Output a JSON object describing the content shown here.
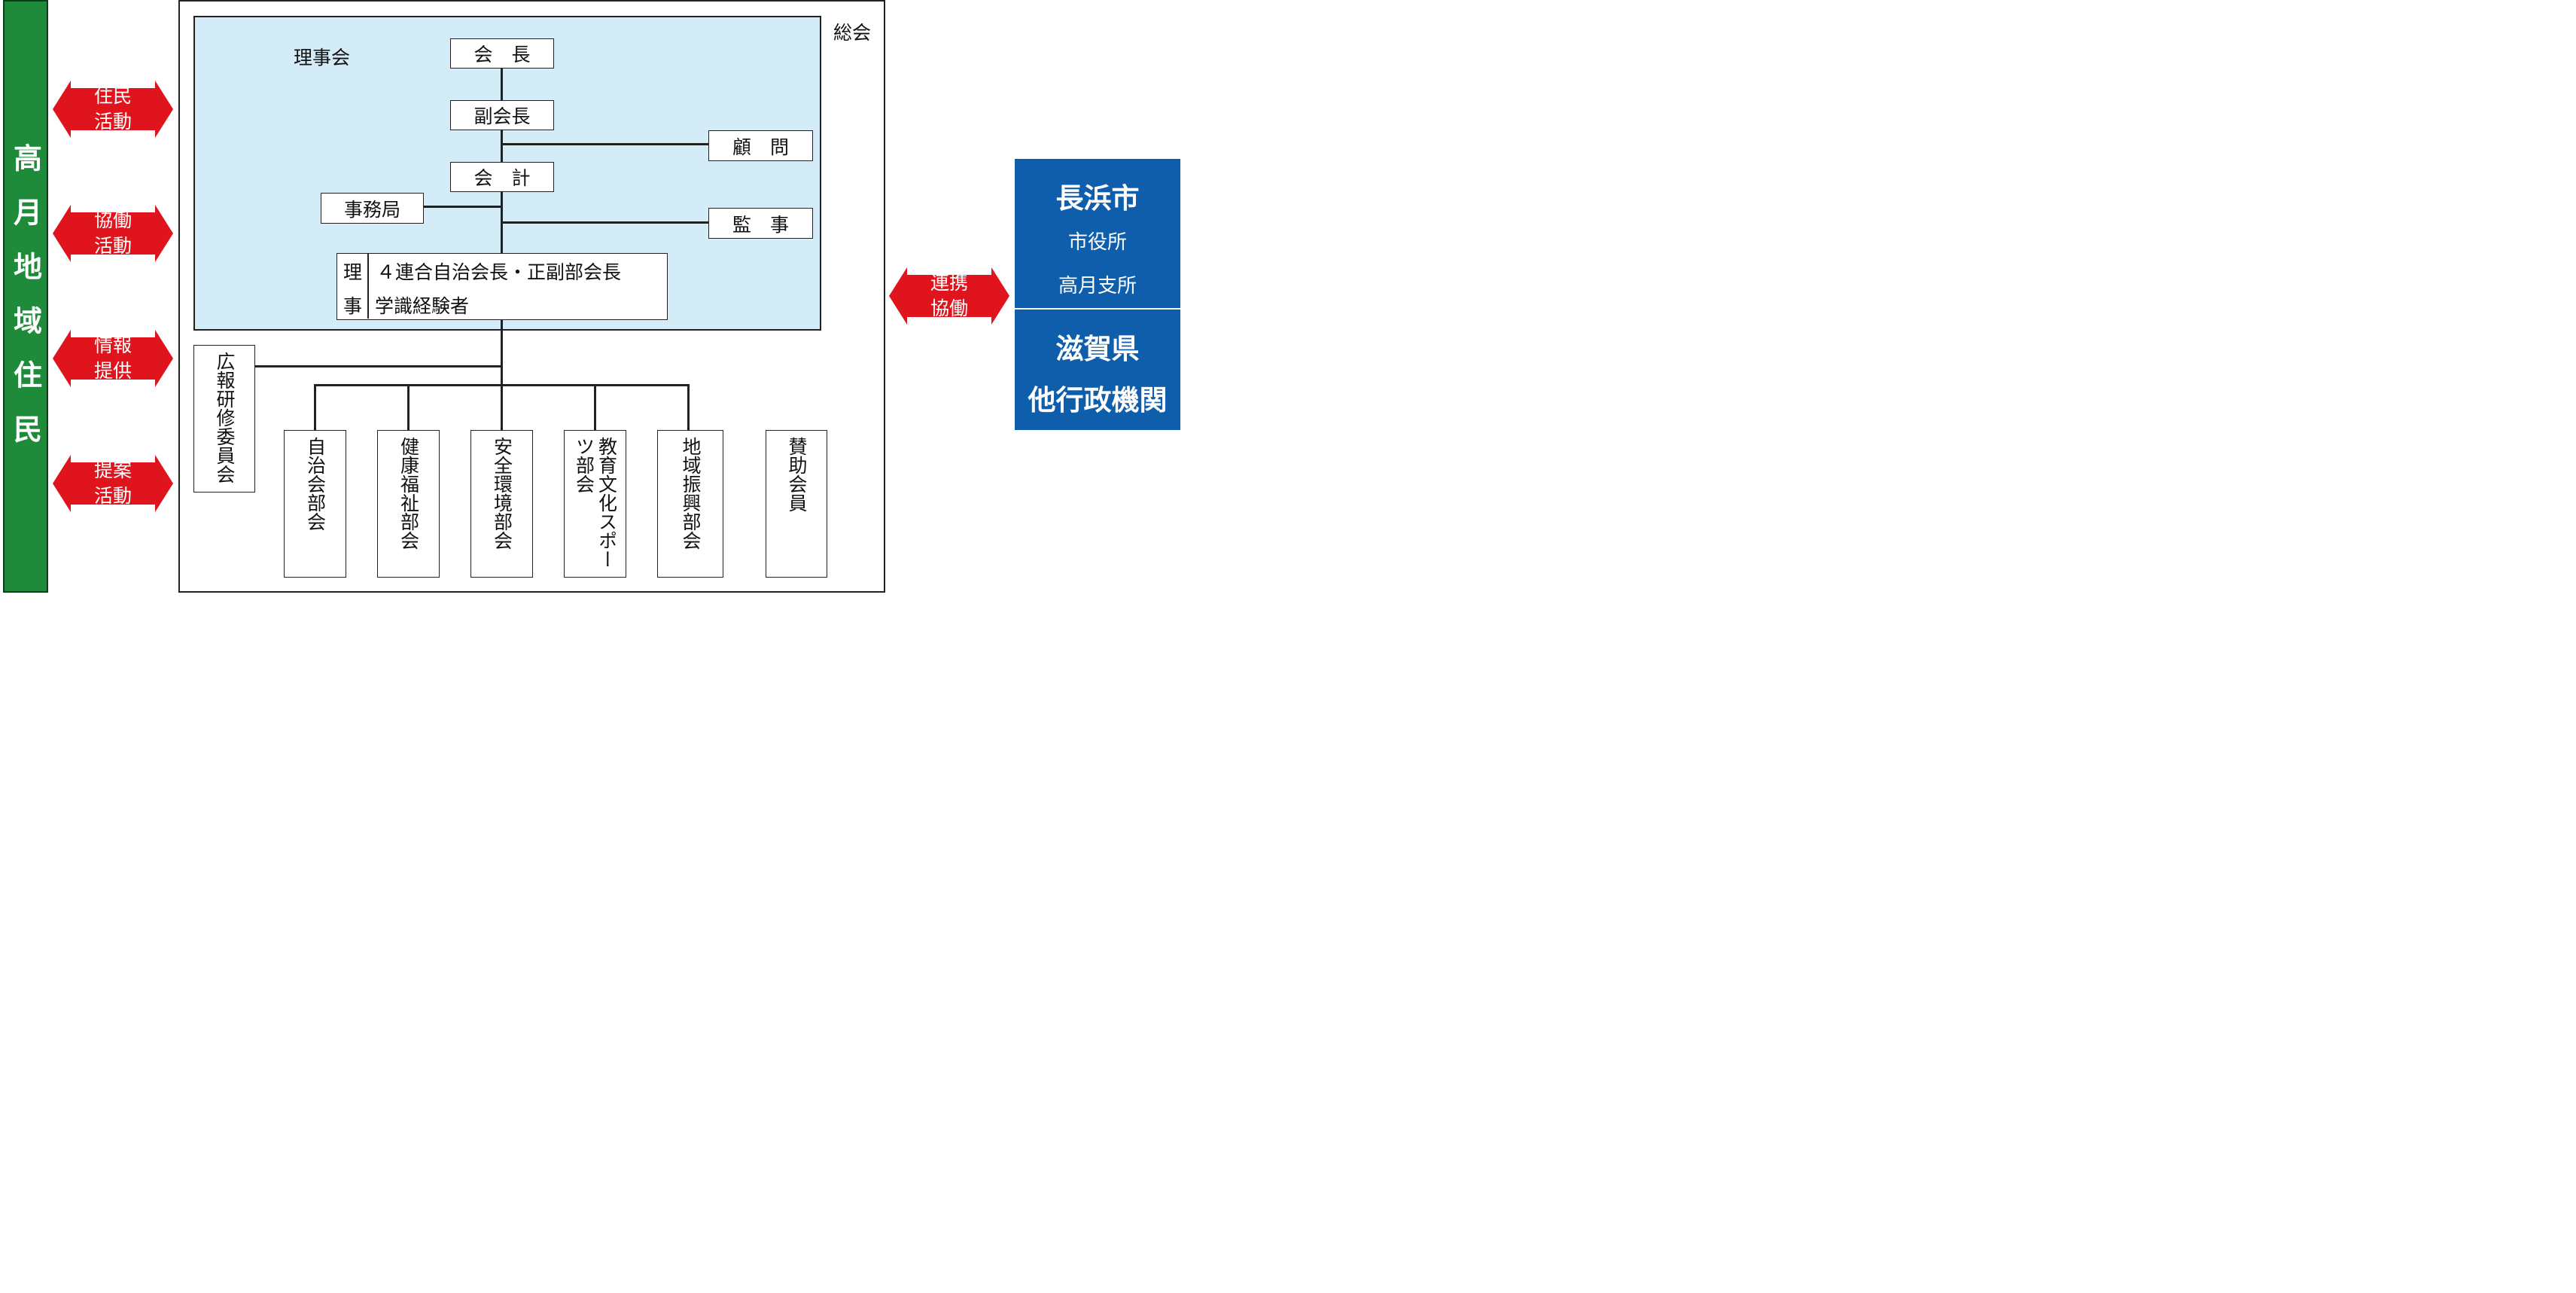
{
  "left_bar": {
    "label": "高月地域住民"
  },
  "left_arrows": [
    {
      "line1": "住民",
      "line2": "活動"
    },
    {
      "line1": "協働",
      "line2": "活動"
    },
    {
      "line1": "情報",
      "line2": "提供"
    },
    {
      "line1": "提案",
      "line2": "活動"
    }
  ],
  "general_assembly": {
    "label": "総会"
  },
  "board": {
    "label": "理事会",
    "chairman": "会　長",
    "vice_chairman": "副会長",
    "treasurer": "会　計",
    "advisor": "顧　問",
    "secretariat": "事務局",
    "auditor": "監　事",
    "directors": {
      "heading_top": "理",
      "heading_bottom": "事",
      "row1": "４連合自治会長・正副部会長",
      "row2": "学識経験者"
    }
  },
  "committee": {
    "label": "広報研修委員会"
  },
  "subcommittees": [
    "自治会部会",
    "健康福祉部会",
    "安全環境部会",
    "教育文化スポーツ部会",
    "地域振興部会"
  ],
  "supporting_members": "賛助会員",
  "right_arrow": {
    "line1": "連携",
    "line2": "協働"
  },
  "right_panel": {
    "city": "長浜市",
    "city_office": "市役所",
    "branch_office": "高月支所",
    "prefecture": "滋賀県",
    "other_agencies": "他行政機関"
  },
  "colors": {
    "green": "#1d8b3a",
    "red": "#e0141c",
    "light_blue": "#d4ecf8",
    "blue": "#0e5eac"
  }
}
